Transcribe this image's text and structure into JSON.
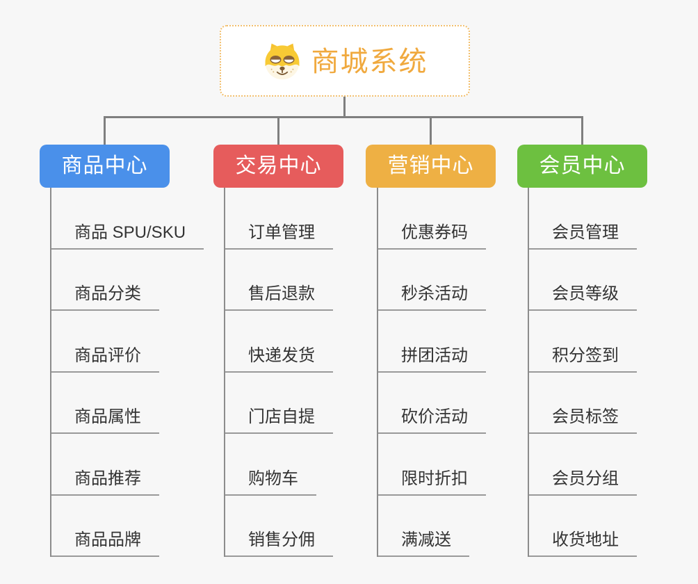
{
  "canvas": {
    "background": "#f7f7f7"
  },
  "root": {
    "label": "商城系统",
    "icon": "dog-face-icon",
    "text_color": "#f0a93e",
    "border_color": "#f2bf6d",
    "background": "#ffffff"
  },
  "connectors": {
    "trunk_color": "#7f7f7f",
    "rail_color": "#8c8c8c",
    "underline_color": "#999999"
  },
  "child_text_color": "#333333",
  "branches": [
    {
      "label": "商品中心",
      "color": "#4a90ea",
      "children": [
        "商品 SPU/SKU",
        "商品分类",
        "商品评价",
        "商品属性",
        "商品推荐",
        "商品品牌"
      ]
    },
    {
      "label": "交易中心",
      "color": "#e65c5c",
      "children": [
        "订单管理",
        "售后退款",
        "快递发货",
        "门店自提",
        "购物车",
        "销售分佣"
      ]
    },
    {
      "label": "营销中心",
      "color": "#eeb044",
      "children": [
        "优惠券码",
        "秒杀活动",
        "拼团活动",
        "砍价活动",
        "限时折扣",
        "满减送"
      ]
    },
    {
      "label": "会员中心",
      "color": "#6dc040",
      "children": [
        "会员管理",
        "会员等级",
        "积分签到",
        "会员标签",
        "会员分组",
        "收货地址"
      ]
    }
  ]
}
